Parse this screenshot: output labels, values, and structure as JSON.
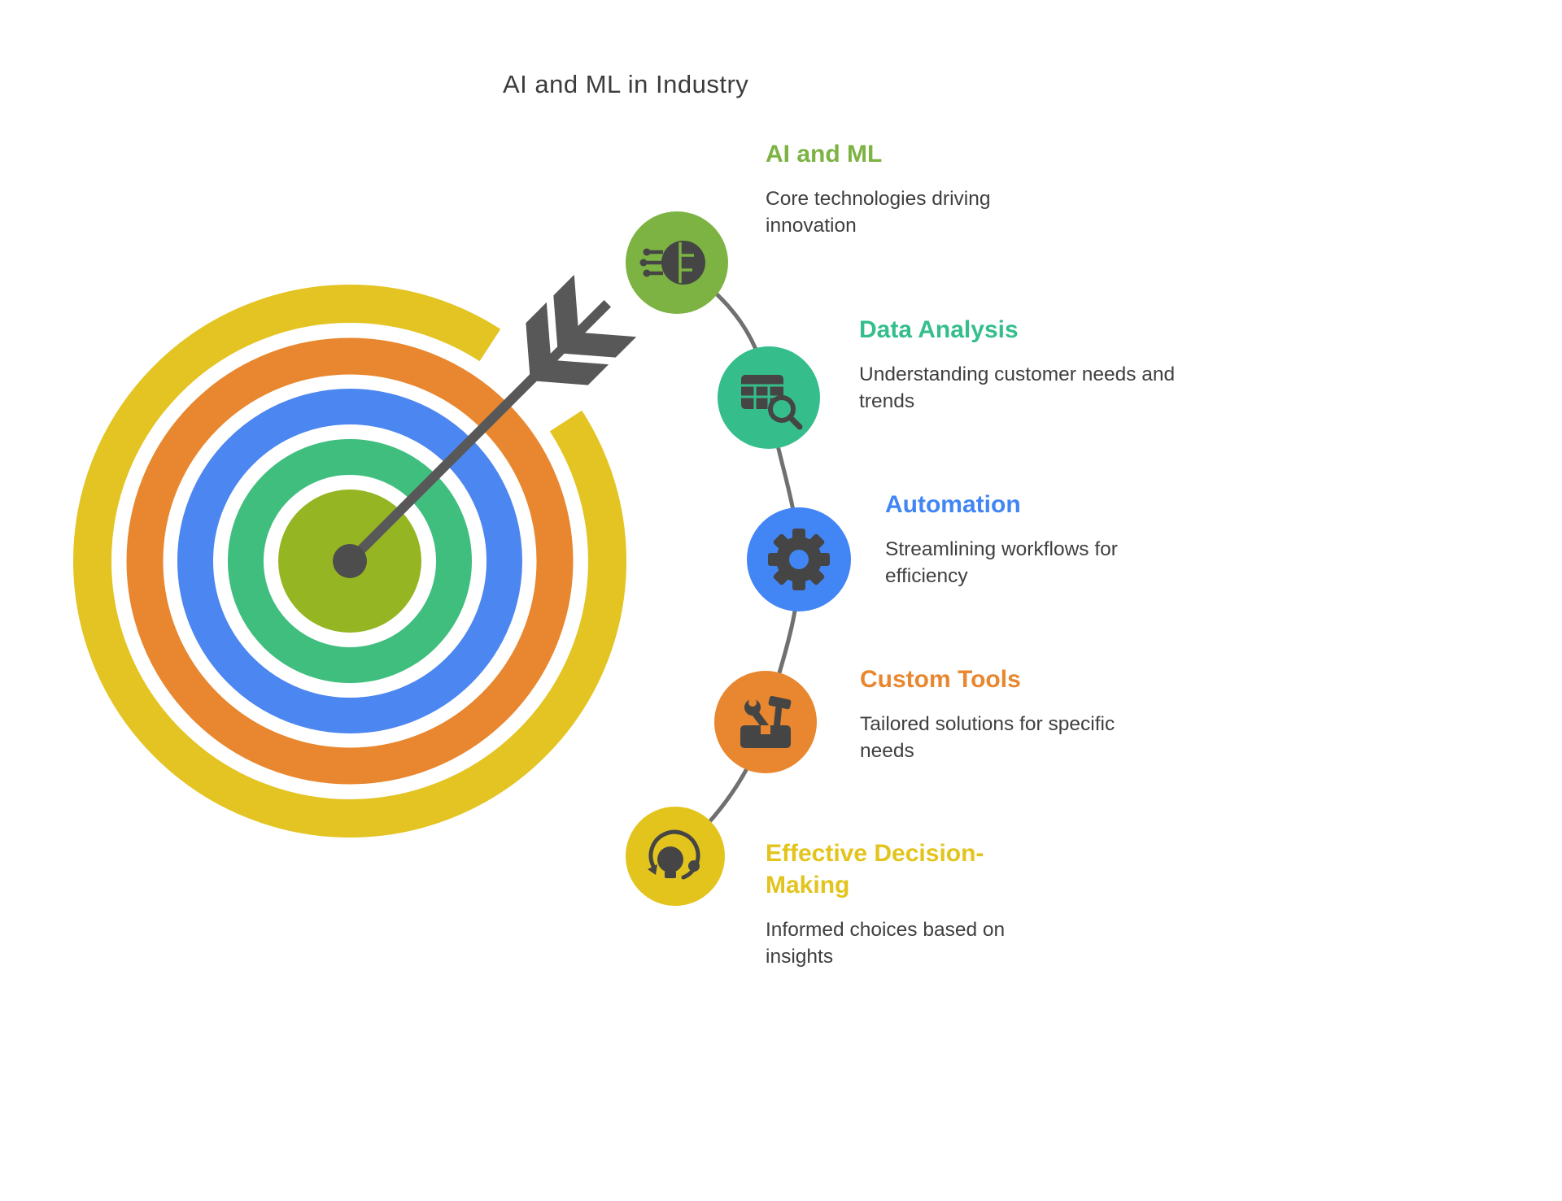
{
  "title": "AI and ML in Industry",
  "items": [
    {
      "heading": "AI and ML",
      "description": "Core technologies driving innovation",
      "color": "#7CB342",
      "icon": "ai-brain-circuit-icon"
    },
    {
      "heading": "Data Analysis",
      "description": "Understanding customer needs and trends",
      "color": "#35BE8C",
      "icon": "data-table-magnifier-icon"
    },
    {
      "heading": "Automation",
      "description": "Streamlining workflows for efficiency",
      "color": "#4285F4",
      "icon": "gear-icon"
    },
    {
      "heading": "Custom Tools",
      "description": "Tailored solutions for specific needs",
      "color": "#E8872F",
      "icon": "tools-icon"
    },
    {
      "heading": "Effective Decision-Making",
      "description": "Informed choices based on insights",
      "color": "#E3C41D",
      "icon": "lightbulb-decision-icon"
    }
  ],
  "target": {
    "ring_colors": [
      "#E3C422",
      "#E8872F",
      "#4C86F0",
      "#3FBE7E",
      "#95B622"
    ],
    "center_dot_color": "#4D4D4D",
    "arrow_color": "#585858"
  },
  "connector_color": "#707070",
  "icon_color": "#454545"
}
